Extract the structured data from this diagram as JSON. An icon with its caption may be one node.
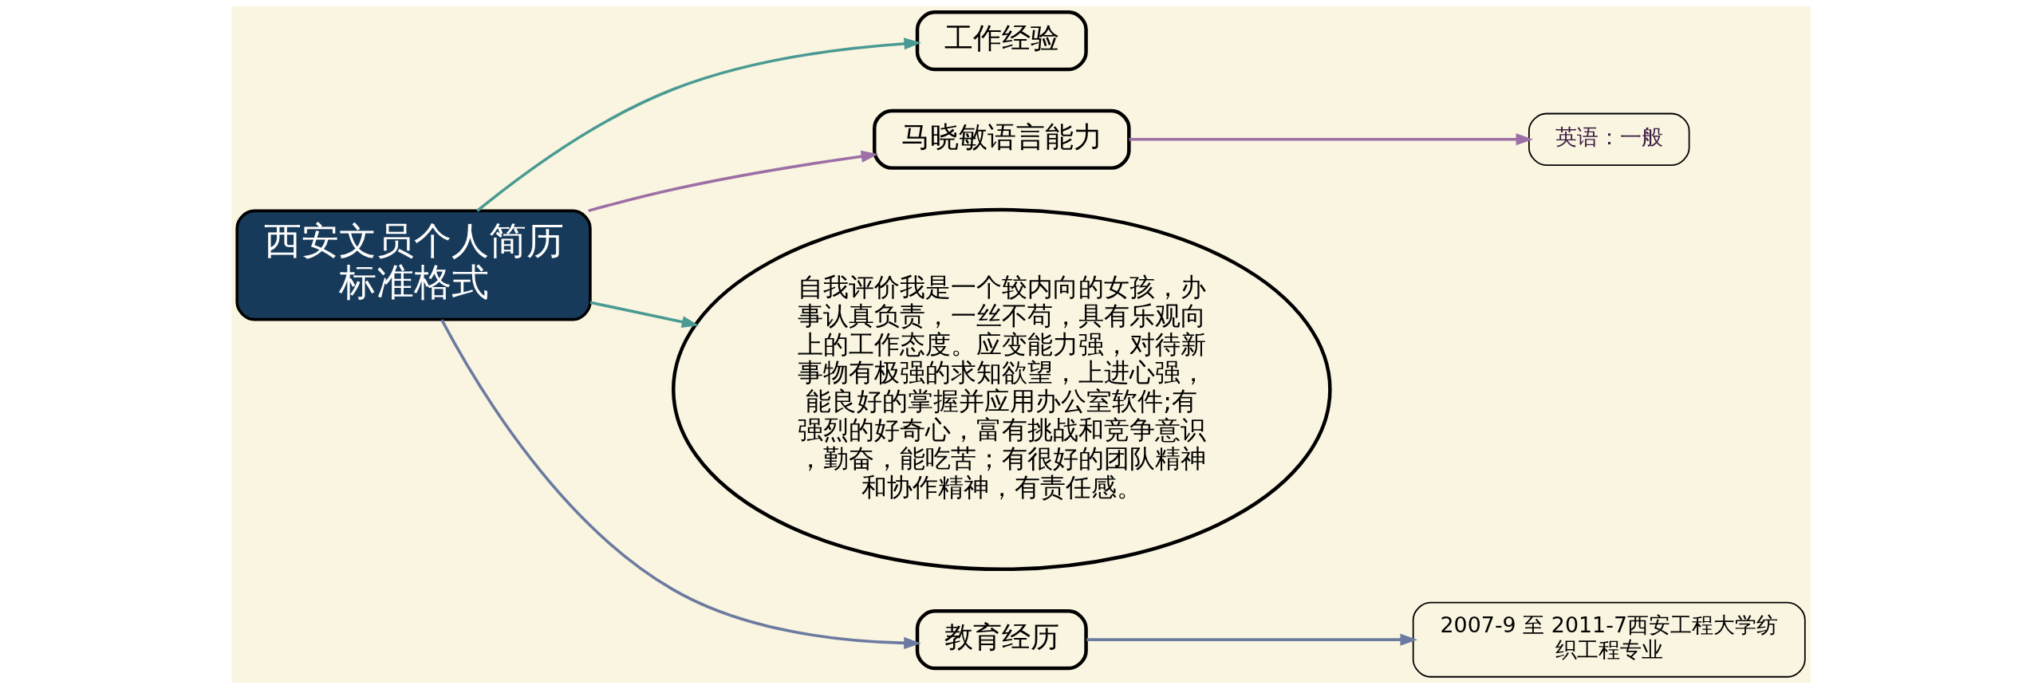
{
  "diagram": {
    "nodes": [
      {
        "text": [
          "西安文员个人简历标准格式"
        ]
      },
      {
        "text": [
          "工作经验"
        ]
      },
      {
        "text": [
          "马晓敏语言能力"
        ]
      },
      {
        "text": [
          "英语：一般"
        ]
      },
      {
        "text": [
          "自我评价我是一个较内向的女孩，办事认真负责，一丝不苟，具有乐观向上的工作态度。应变能力强，对待新事物有极强的求知欲望，上进心强，能良好的掌握并应用办公室软件;有强烈的好奇心，富有挑战和竞争意识，勤奋，能吃苦；有很好的团队精神和协作精神，有责任感。"
        ]
      },
      {
        "text": [
          "教育经历"
        ]
      },
      {
        "text": [
          "2007-9 至 2011-7西安工程大学纺织工程专业"
        ]
      }
    ],
    "edges": [
      {
        "from": 0,
        "to": 1,
        "arrow": "to",
        "color": "#4a9a94"
      },
      {
        "from": 0,
        "to": 2,
        "arrow": "to",
        "color": "#9c6fa5"
      },
      {
        "from": 2,
        "to": 3,
        "arrow": "to",
        "color": "#9c6fa5"
      },
      {
        "from": 0,
        "to": 4,
        "arrow": "to",
        "color": "#4a9a94"
      },
      {
        "from": 0,
        "to": 5,
        "arrow": "to",
        "color": "#6b7aa0"
      },
      {
        "from": 5,
        "to": 6,
        "arrow": "to",
        "color": "#6b7aa0"
      }
    ]
  }
}
